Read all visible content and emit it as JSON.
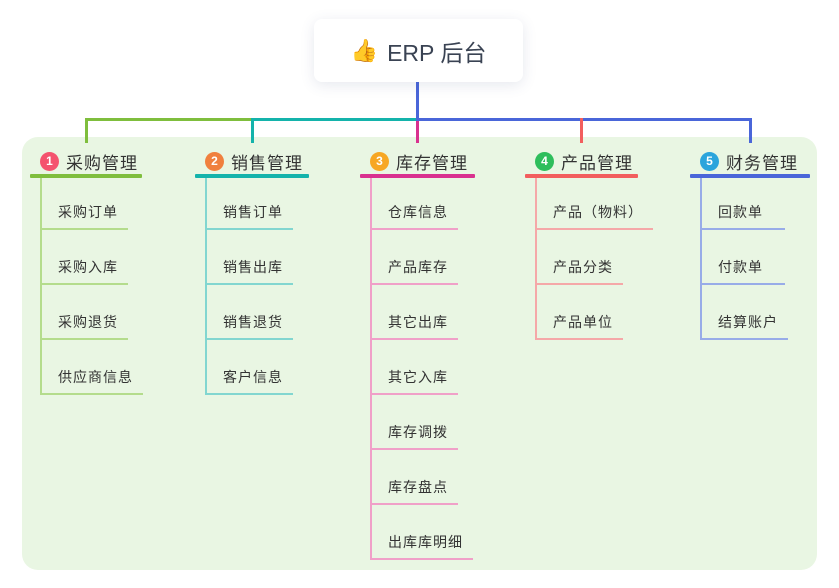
{
  "root": {
    "icon": "👍",
    "label": "ERP 后台"
  },
  "branches": [
    {
      "num": "1",
      "label": "采购管理",
      "badge_color": "#F4536E",
      "line_color": "#7FBE3D",
      "child_line_color": "#B4DC8C",
      "children": [
        "采购订单",
        "采购入库",
        "采购退货",
        "供应商信息"
      ]
    },
    {
      "num": "2",
      "label": "销售管理",
      "badge_color": "#F0803E",
      "line_color": "#14B3AB",
      "child_line_color": "#82D6D0",
      "children": [
        "销售订单",
        "销售出库",
        "销售退货",
        "客户信息"
      ]
    },
    {
      "num": "3",
      "label": "库存管理",
      "badge_color": "#F7A723",
      "line_color": "#D9318F",
      "child_line_color": "#F0A0C8",
      "children": [
        "仓库信息",
        "产品库存",
        "其它出库",
        "其它入库",
        "库存调拨",
        "库存盘点",
        "出库库明细"
      ]
    },
    {
      "num": "4",
      "label": "产品管理",
      "badge_color": "#2EBE5C",
      "line_color": "#F25E5E",
      "child_line_color": "#F5A8A8",
      "children": [
        "产品（物料）",
        "产品分类",
        "产品单位"
      ]
    },
    {
      "num": "5",
      "label": "财务管理",
      "badge_color": "#2BA4DC",
      "line_color": "#4A66D9",
      "child_line_color": "#98ACE8",
      "children": [
        "回款单",
        "付款单",
        "结算账户"
      ]
    }
  ],
  "colors": {
    "panel_bg": "#E9F6E3",
    "stem": "#4A66D9",
    "root_text": "#3A4353",
    "node_text": "#333333"
  }
}
